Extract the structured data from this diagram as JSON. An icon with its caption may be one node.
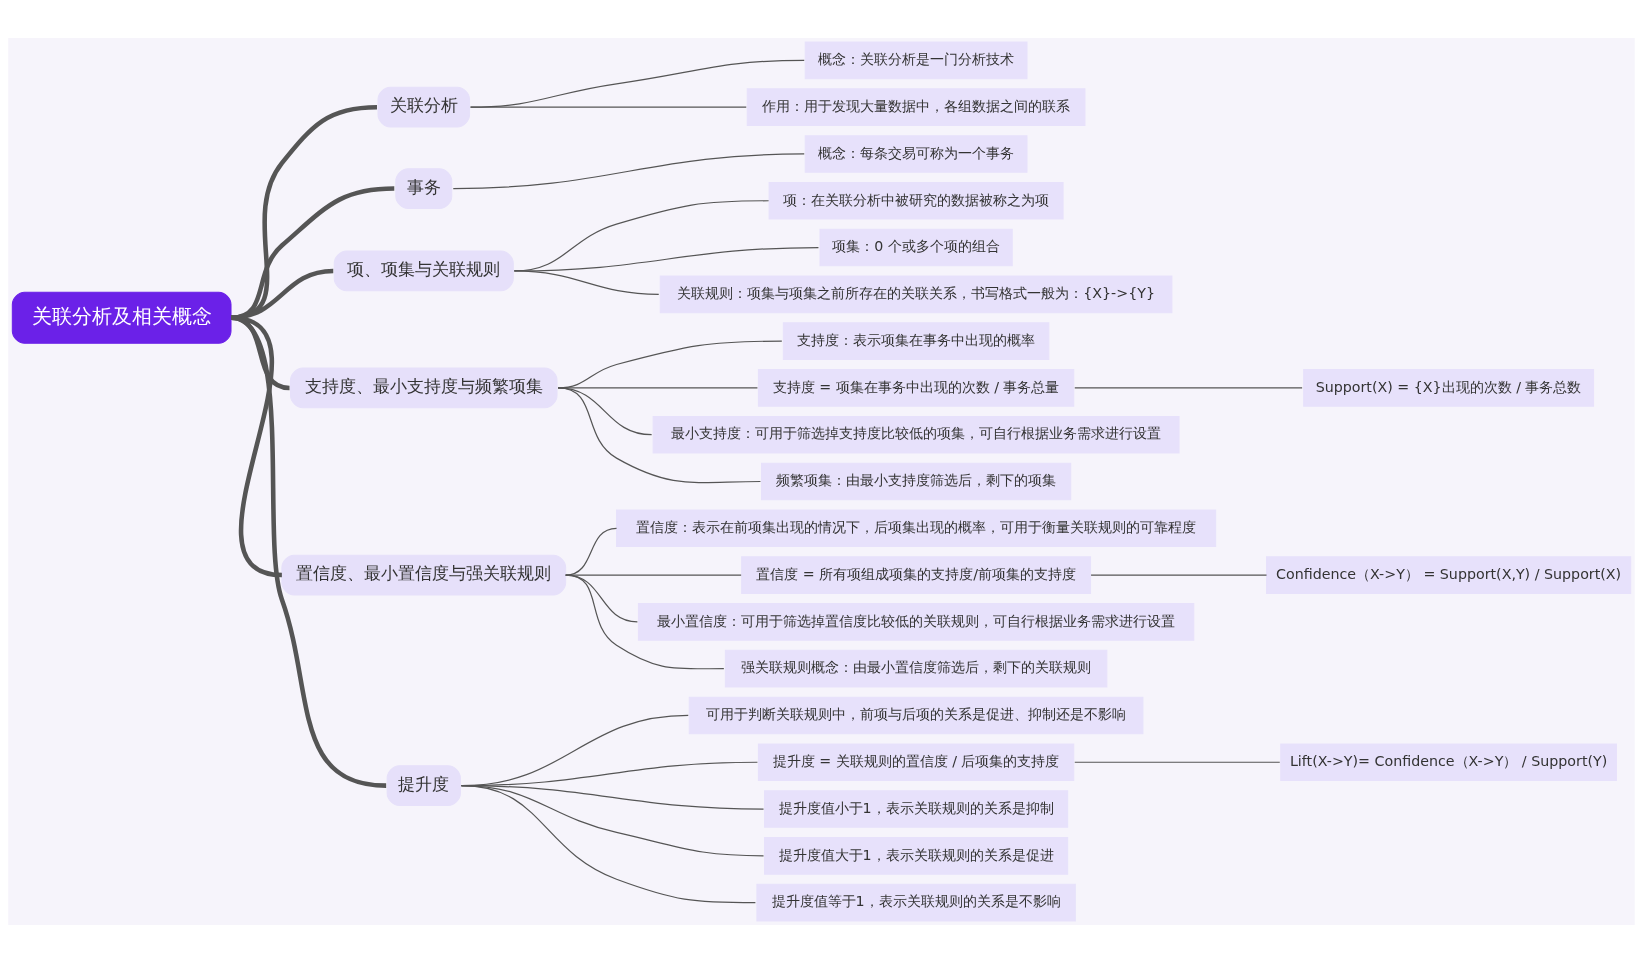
{
  "diagram": {
    "nodes": [
      {
        "text": [
          "关联分析及相关概念"
        ]
      },
      {
        "text": [
          "关联分析"
        ]
      },
      {
        "text": [
          "概念：关联分析是一门分析技术"
        ]
      },
      {
        "text": [
          "作用：用于发现大量数据中，各组数据之间的联系"
        ]
      },
      {
        "text": [
          "事务"
        ]
      },
      {
        "text": [
          "概念：每条交易可称为一个事务"
        ]
      },
      {
        "text": [
          "项、项集与关联规则"
        ]
      },
      {
        "text": [
          "项：在关联分析中被研究的数据被称之为项"
        ]
      },
      {
        "text": [
          "项集：0 个或多个项的组合"
        ]
      },
      {
        "text": [
          "关联规则：项集与项集之前所存在的关联关系，书写格式一般为：{X}->{Y}"
        ]
      },
      {
        "text": [
          "支持度、最小支持度与频繁项集"
        ]
      },
      {
        "text": [
          "支持度：表示项集在事务中出现的概率"
        ]
      },
      {
        "text": [
          "支持度 = 项集在事务中出现的次数 / 事务总量"
        ]
      },
      {
        "text": [
          "Support(X) = {X}出现的次数 / 事务总数"
        ]
      },
      {
        "text": [
          "最小支持度：可用于筛选掉支持度比较低的项集，可自行根据业务需求进行设置"
        ]
      },
      {
        "text": [
          "频繁项集：由最小支持度筛选后，剩下的项集"
        ]
      },
      {
        "text": [
          "置信度、最小置信度与强关联规则"
        ]
      },
      {
        "text": [
          "置信度：表示在前项集出现的情况下，后项集出现的概率，可用于衡量关联规则的可靠程度"
        ]
      },
      {
        "text": [
          "置信度 = 所有项组成项集的支持度/前项集的支持度"
        ]
      },
      {
        "text": [
          "Confidence（X->Y） = Support(X,Y) / Support(X)"
        ]
      },
      {
        "text": [
          "最小置信度：可用于筛选掉置信度比较低的关联规则，可自行根据业务需求进行设置"
        ]
      },
      {
        "text": [
          "强关联规则概念：由最小置信度筛选后，剩下的关联规则"
        ]
      },
      {
        "text": [
          "提升度"
        ]
      },
      {
        "text": [
          "可用于判断关联规则中，前项与后项的关系是促进、抑制还是不影响"
        ]
      },
      {
        "text": [
          "提升度 = 关联规则的置信度 / 后项集的支持度"
        ]
      },
      {
        "text": [
          "Lift(X->Y)= Confidence（X->Y） / Support(Y)"
        ]
      },
      {
        "text": [
          "提升度值小于1，表示关联规则的关系是抑制"
        ]
      },
      {
        "text": [
          "提升度值大于1，表示关联规则的关系是促进"
        ]
      },
      {
        "text": [
          "提升度值等于1，表示关联规则的关系是不影响"
        ]
      }
    ],
    "edges": [
      {
        "from": 0,
        "to": 1,
        "arrow": "none",
        "style": "thick"
      },
      {
        "from": 1,
        "to": 2,
        "arrow": "none"
      },
      {
        "from": 1,
        "to": 3,
        "arrow": "none"
      },
      {
        "from": 0,
        "to": 4,
        "arrow": "none",
        "style": "thick"
      },
      {
        "from": 4,
        "to": 5,
        "arrow": "none"
      },
      {
        "from": 0,
        "to": 6,
        "arrow": "none",
        "style": "thick"
      },
      {
        "from": 6,
        "to": 7,
        "arrow": "none"
      },
      {
        "from": 6,
        "to": 8,
        "arrow": "none"
      },
      {
        "from": 6,
        "to": 9,
        "arrow": "none"
      },
      {
        "from": 0,
        "to": 10,
        "arrow": "none",
        "style": "thick"
      },
      {
        "from": 10,
        "to": 11,
        "arrow": "none"
      },
      {
        "from": 10,
        "to": 12,
        "arrow": "none"
      },
      {
        "from": 12,
        "to": 13,
        "arrow": "none"
      },
      {
        "from": 10,
        "to": 14,
        "arrow": "none"
      },
      {
        "from": 10,
        "to": 15,
        "arrow": "none"
      },
      {
        "from": 0,
        "to": 16,
        "arrow": "none",
        "style": "thick"
      },
      {
        "from": 16,
        "to": 17,
        "arrow": "none"
      },
      {
        "from": 16,
        "to": 18,
        "arrow": "none"
      },
      {
        "from": 18,
        "to": 19,
        "arrow": "none"
      },
      {
        "from": 16,
        "to": 20,
        "arrow": "none"
      },
      {
        "from": 16,
        "to": 21,
        "arrow": "none"
      },
      {
        "from": 0,
        "to": 22,
        "arrow": "none",
        "style": "thick"
      },
      {
        "from": 22,
        "to": 23,
        "arrow": "none"
      },
      {
        "from": 22,
        "to": 24,
        "arrow": "none"
      },
      {
        "from": 24,
        "to": 25,
        "arrow": "none"
      },
      {
        "from": 22,
        "to": 26,
        "arrow": "none"
      },
      {
        "from": 22,
        "to": 27,
        "arrow": "none"
      },
      {
        "from": 22,
        "to": 28,
        "arrow": "none"
      }
    ]
  }
}
